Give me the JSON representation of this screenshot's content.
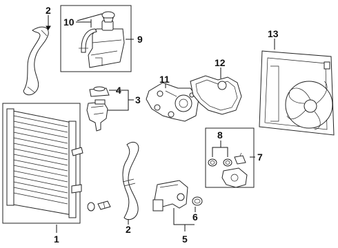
{
  "callouts": [
    {
      "id": "c1",
      "label": "1"
    },
    {
      "id": "c2a",
      "label": "2"
    },
    {
      "id": "c2b",
      "label": "2"
    },
    {
      "id": "c3",
      "label": "3"
    },
    {
      "id": "c4",
      "label": "4"
    },
    {
      "id": "c5",
      "label": "5"
    },
    {
      "id": "c6",
      "label": "6"
    },
    {
      "id": "c7",
      "label": "7"
    },
    {
      "id": "c8",
      "label": "8"
    },
    {
      "id": "c9",
      "label": "9"
    },
    {
      "id": "c10",
      "label": "10"
    },
    {
      "id": "c11",
      "label": "11"
    },
    {
      "id": "c12",
      "label": "12"
    },
    {
      "id": "c13",
      "label": "13"
    }
  ],
  "colors": {
    "line": "#111111",
    "background": "#ffffff",
    "shade": "#e6e6e6"
  }
}
